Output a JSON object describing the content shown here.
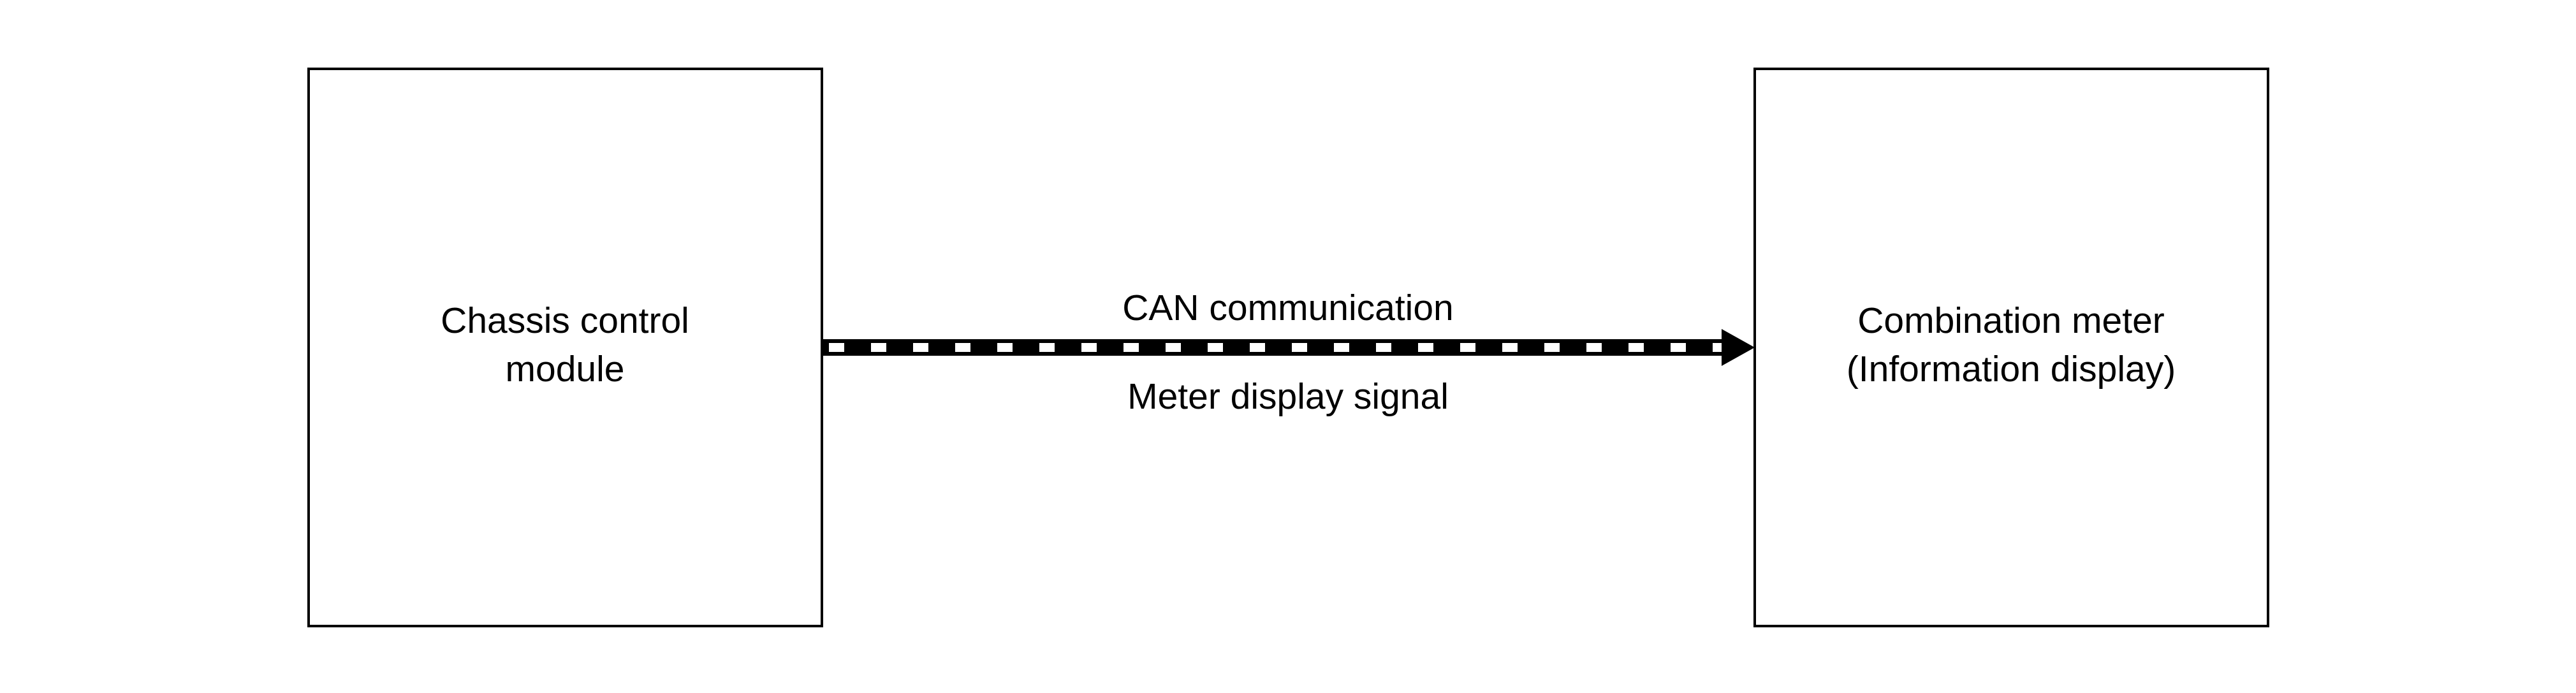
{
  "diagram": {
    "left_box": {
      "line1": "Chassis control",
      "line2": "module"
    },
    "right_box": {
      "line1": "Combination meter",
      "line2": "(Information display)"
    },
    "connection": {
      "type": "CAN communication",
      "signal": "Meter display signal",
      "direction": "left-to-right",
      "line_style": "dashed-can-bus"
    },
    "colors": {
      "line": "#000000",
      "background": "#ffffff"
    }
  }
}
